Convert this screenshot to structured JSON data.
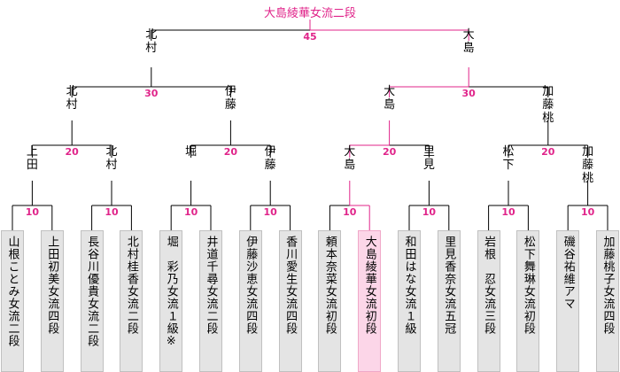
{
  "title": "大島綾華女流二段",
  "colors": {
    "win_line": "#e0248a",
    "line": "#000000",
    "box": "#e4e4e4",
    "box_highlight": "#fcd6e8"
  },
  "players": [
    {
      "name": "山根ことみ女流二段",
      "highlight": false
    },
    {
      "name": "上田初美女流四段",
      "highlight": false
    },
    {
      "name": "長谷川優貴女流二段",
      "highlight": false
    },
    {
      "name": "北村桂香女流二段",
      "highlight": false
    },
    {
      "name": "堀　彩乃女流１級※",
      "highlight": false
    },
    {
      "name": "井道千尋女流二段",
      "highlight": false
    },
    {
      "name": "伊藤沙恵女流四段",
      "highlight": false
    },
    {
      "name": "香川愛生女流四段",
      "highlight": false
    },
    {
      "name": "頼本奈菜女流初段",
      "highlight": false
    },
    {
      "name": "大島綾華女流初段",
      "highlight": true
    },
    {
      "name": "和田はな女流１級",
      "highlight": false
    },
    {
      "name": "里見香奈女流五冠",
      "highlight": false
    },
    {
      "name": "岩根　忍女流三段",
      "highlight": false
    },
    {
      "name": "松下舞琳女流初段",
      "highlight": false
    },
    {
      "name": "磯谷祐維アマ",
      "highlight": false
    },
    {
      "name": "加藤桃子女流四段",
      "highlight": false
    }
  ],
  "rounds": [
    {
      "score": "10",
      "matches": [
        {
          "winner": "",
          "winner_side": "none"
        },
        {
          "winner": "",
          "winner_side": "none"
        },
        {
          "winner": "",
          "winner_side": "none"
        },
        {
          "winner": "",
          "winner_side": "none"
        },
        {
          "winner": "",
          "winner_side": "right"
        },
        {
          "winner": "",
          "winner_side": "none"
        },
        {
          "winner": "",
          "winner_side": "none"
        },
        {
          "winner": "",
          "winner_side": "none"
        }
      ]
    },
    {
      "score": "20",
      "matches": [
        {
          "left": "上\n田",
          "right": "北\n村",
          "winner_side": "none"
        },
        {
          "left": "堀",
          "right": "伊\n藤",
          "winner_side": "none"
        },
        {
          "left": "大\n島",
          "right": "里\n見",
          "winner_side": "left"
        },
        {
          "left": "松\n下",
          "right": "加\n藤\n桃",
          "winner_side": "none"
        }
      ]
    },
    {
      "score": "30",
      "matches": [
        {
          "left": "北\n村",
          "right": "伊\n藤",
          "winner_side": "none"
        },
        {
          "left": "大\n島",
          "right": "加\n藤\n桃",
          "winner_side": "left"
        }
      ]
    },
    {
      "score": "45",
      "matches": [
        {
          "left": "北\n村",
          "right": "大\n島",
          "winner_side": "right"
        }
      ]
    }
  ]
}
